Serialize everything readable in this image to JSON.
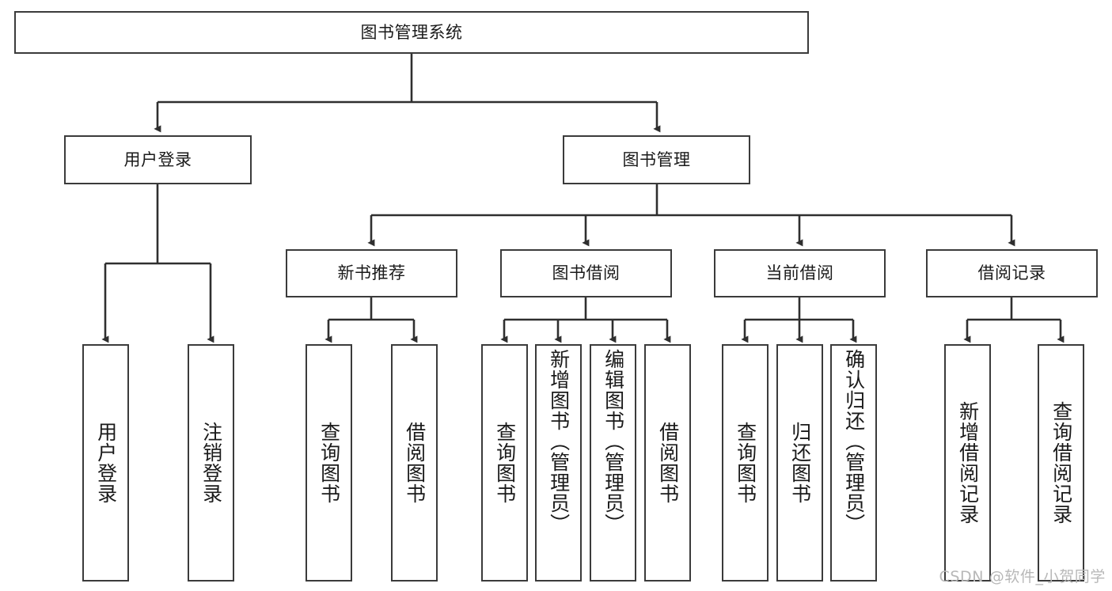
{
  "diagram": {
    "type": "tree-hierarchy-chart",
    "title": "图书管理系统",
    "edge_color": "#3b3b3b",
    "box_border_color": "#3b3b3b",
    "box_fill_color": "#ffffff",
    "text_color": "#1a1a1a",
    "nodes": {
      "root": {
        "label": "图书管理系统",
        "level": 1
      },
      "user_login": {
        "label": "用户登录",
        "level": 2
      },
      "book_manage": {
        "label": "图书管理",
        "level": 2
      },
      "new_book_rec": {
        "label": "新书推荐",
        "level": 3
      },
      "book_borrow": {
        "label": "图书借阅",
        "level": 3
      },
      "current_borrow": {
        "label": "当前借阅",
        "level": 3
      },
      "borrow_record": {
        "label": "借阅记录",
        "level": 3
      },
      "leaf_user_login": {
        "label": "用户登录",
        "level": 4
      },
      "leaf_logout": {
        "label": "注销登录",
        "level": 4
      },
      "leaf_query_book_1": {
        "label": "查询图书",
        "level": 4
      },
      "leaf_borrow_book_1": {
        "label": "借阅图书",
        "level": 4
      },
      "leaf_query_book_2": {
        "label": "查询图书",
        "level": 4
      },
      "leaf_add_book": {
        "label": "新增图书（管理员）",
        "level": 4
      },
      "leaf_edit_book": {
        "label": "编辑图书（管理员）",
        "level": 4
      },
      "leaf_borrow_book_2": {
        "label": "借阅图书",
        "level": 4
      },
      "leaf_query_book_3": {
        "label": "查询图书",
        "level": 4
      },
      "leaf_return_book": {
        "label": "归还图书",
        "level": 4
      },
      "leaf_confirm_return": {
        "label": "确认归还（管理员）",
        "level": 4
      },
      "leaf_add_record": {
        "label": "新增借阅记录",
        "level": 4
      },
      "leaf_query_record": {
        "label": "查询借阅记录",
        "level": 4
      }
    },
    "edges": [
      {
        "from": "root",
        "to": "user_login"
      },
      {
        "from": "root",
        "to": "book_manage"
      },
      {
        "from": "user_login",
        "to": "leaf_user_login"
      },
      {
        "from": "user_login",
        "to": "leaf_logout"
      },
      {
        "from": "book_manage",
        "to": "new_book_rec"
      },
      {
        "from": "book_manage",
        "to": "book_borrow"
      },
      {
        "from": "book_manage",
        "to": "current_borrow"
      },
      {
        "from": "book_manage",
        "to": "borrow_record"
      },
      {
        "from": "new_book_rec",
        "to": "leaf_query_book_1"
      },
      {
        "from": "new_book_rec",
        "to": "leaf_borrow_book_1"
      },
      {
        "from": "book_borrow",
        "to": "leaf_query_book_2"
      },
      {
        "from": "book_borrow",
        "to": "leaf_add_book"
      },
      {
        "from": "book_borrow",
        "to": "leaf_edit_book"
      },
      {
        "from": "book_borrow",
        "to": "leaf_borrow_book_2"
      },
      {
        "from": "current_borrow",
        "to": "leaf_query_book_3"
      },
      {
        "from": "current_borrow",
        "to": "leaf_return_book"
      },
      {
        "from": "current_borrow",
        "to": "leaf_confirm_return"
      },
      {
        "from": "borrow_record",
        "to": "leaf_add_record"
      },
      {
        "from": "borrow_record",
        "to": "leaf_query_record"
      }
    ]
  },
  "watermark": {
    "text": "CSDN @软件_小贺同学"
  }
}
